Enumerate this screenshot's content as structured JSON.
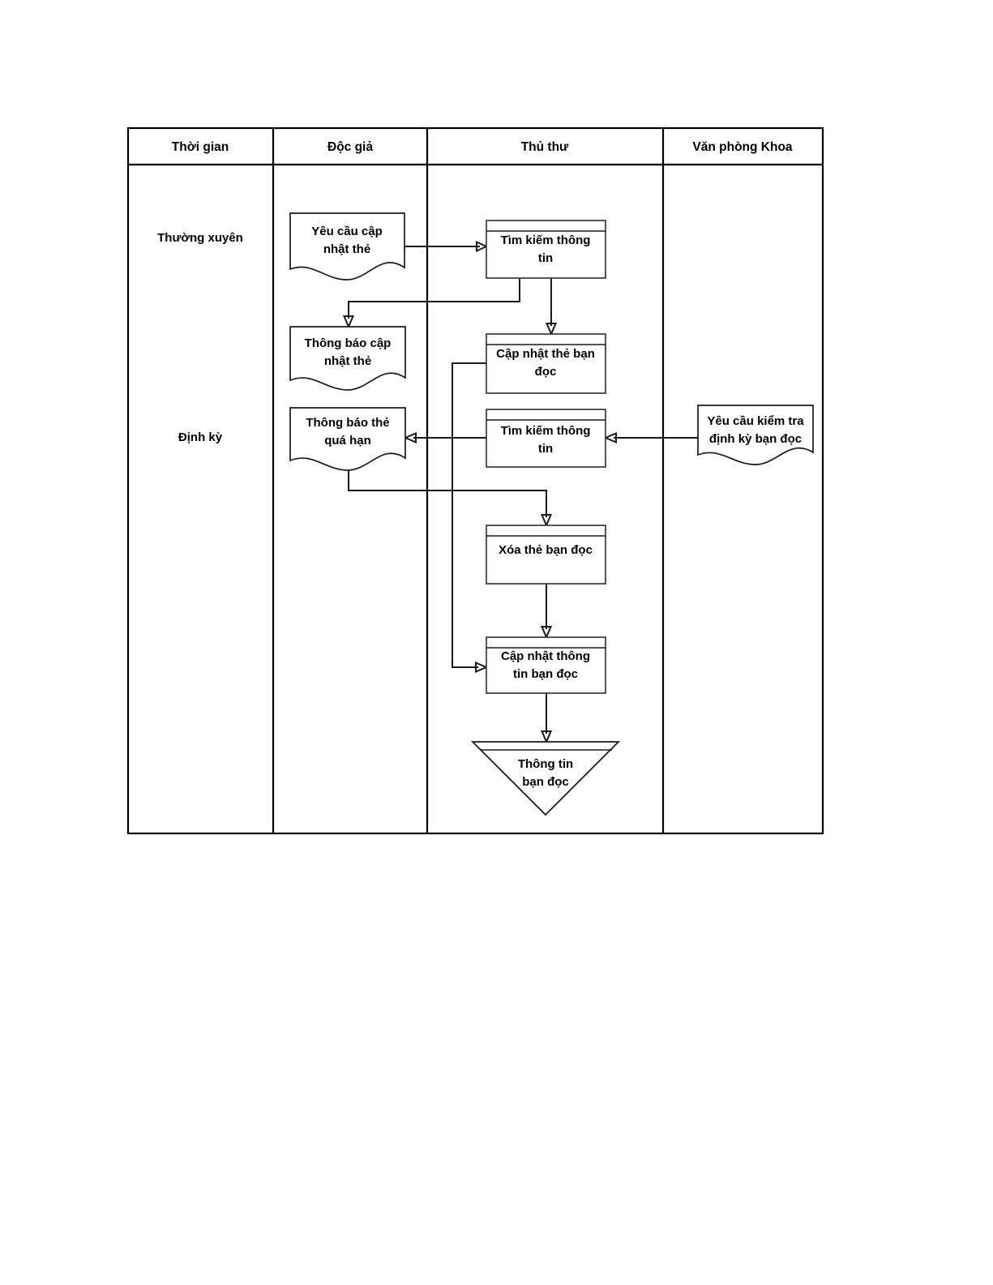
{
  "diagram": {
    "type": "cross-functional-flowchart",
    "title": "",
    "lanes": [
      {
        "id": "time",
        "header": "Thời gian"
      },
      {
        "id": "reader",
        "header": "Độc giả"
      },
      {
        "id": "librarian",
        "header": "Thủ thư"
      },
      {
        "id": "office",
        "header": "Văn phòng Khoa"
      }
    ],
    "phases": [
      {
        "id": "regular",
        "label": "Thường xuyên"
      },
      {
        "id": "periodic",
        "label": "Định kỳ"
      }
    ],
    "nodes": [
      {
        "id": "n1",
        "lane": "reader",
        "shape": "document",
        "label_lines": [
          "Yêu cầu cập",
          "nhật thẻ"
        ]
      },
      {
        "id": "n2",
        "lane": "librarian",
        "shape": "process",
        "label_lines": [
          "Tìm kiếm thông",
          "tin"
        ]
      },
      {
        "id": "n3",
        "lane": "reader",
        "shape": "document",
        "label_lines": [
          "Thông báo cập",
          "nhật thẻ"
        ]
      },
      {
        "id": "n4",
        "lane": "librarian",
        "shape": "process",
        "label_lines": [
          "Cập nhật thẻ bạn",
          "đọc"
        ]
      },
      {
        "id": "n5",
        "lane": "reader",
        "shape": "document",
        "label_lines": [
          "Thông báo thẻ",
          "quá hạn"
        ]
      },
      {
        "id": "n6",
        "lane": "librarian",
        "shape": "process",
        "label_lines": [
          "Tìm kiếm thông",
          "tin"
        ]
      },
      {
        "id": "n7",
        "lane": "office",
        "shape": "document",
        "label_lines": [
          "Yêu cầu kiểm tra",
          "định kỳ bạn đọc"
        ]
      },
      {
        "id": "n8",
        "lane": "librarian",
        "shape": "process",
        "label_lines": [
          "Xóa thẻ bạn đọc"
        ]
      },
      {
        "id": "n9",
        "lane": "librarian",
        "shape": "process",
        "label_lines": [
          "Cập nhật thông",
          "tin bạn đọc"
        ]
      },
      {
        "id": "n10",
        "lane": "librarian",
        "shape": "extract-triangle",
        "label_lines": [
          "Thông tin",
          "bạn đọc"
        ]
      }
    ],
    "edges": [
      {
        "from": "n1",
        "to": "n2",
        "style": "straight-right"
      },
      {
        "from": "n2",
        "to": "n3",
        "style": "elbow-down-left"
      },
      {
        "from": "n2",
        "to": "n4",
        "style": "straight-down"
      },
      {
        "from": "n7",
        "to": "n6",
        "style": "straight-left"
      },
      {
        "from": "n6",
        "to": "n5",
        "style": "straight-left"
      },
      {
        "from": "n5",
        "to": "n8",
        "style": "elbow-down-right"
      },
      {
        "from": "n8",
        "to": "n9",
        "style": "straight-down"
      },
      {
        "from": "n4",
        "to": "n9",
        "style": "elbow-left-down-right"
      },
      {
        "from": "n9",
        "to": "n10",
        "style": "straight-down"
      }
    ],
    "colors": {
      "stroke": "#1a1a1a",
      "fill": "#ffffff",
      "background": "#ffffff"
    }
  }
}
